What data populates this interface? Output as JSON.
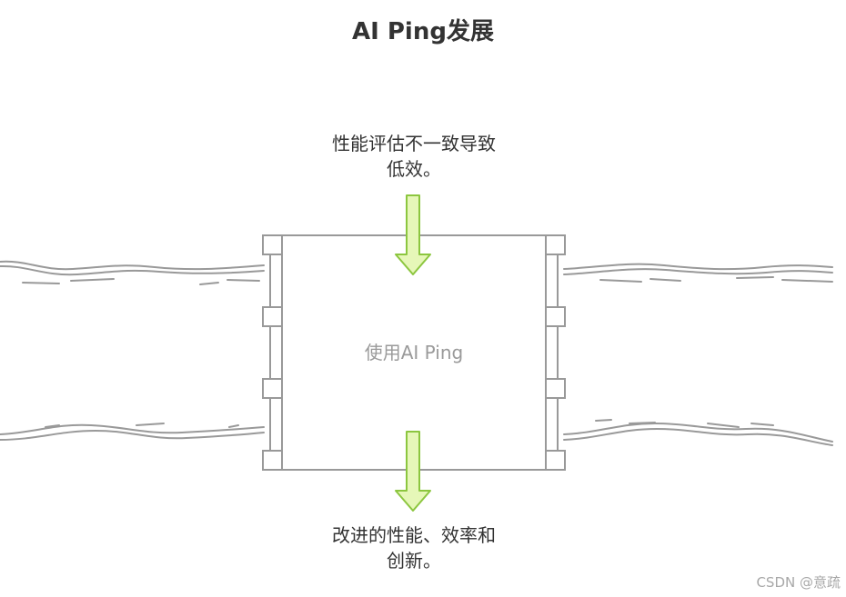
{
  "title": "AI Ping发展",
  "input_label_line1": "性能评估不一致导致",
  "input_label_line2": "低效。",
  "process_label": "使用AI Ping",
  "output_label_line1": "改进的性能、效率和",
  "output_label_line2": "创新。",
  "watermark": "CSDN @意疏",
  "colors": {
    "arrow_fill": "#e6f7b8",
    "arrow_stroke": "#8cc63f",
    "line": "#999999",
    "text": "#333333"
  }
}
